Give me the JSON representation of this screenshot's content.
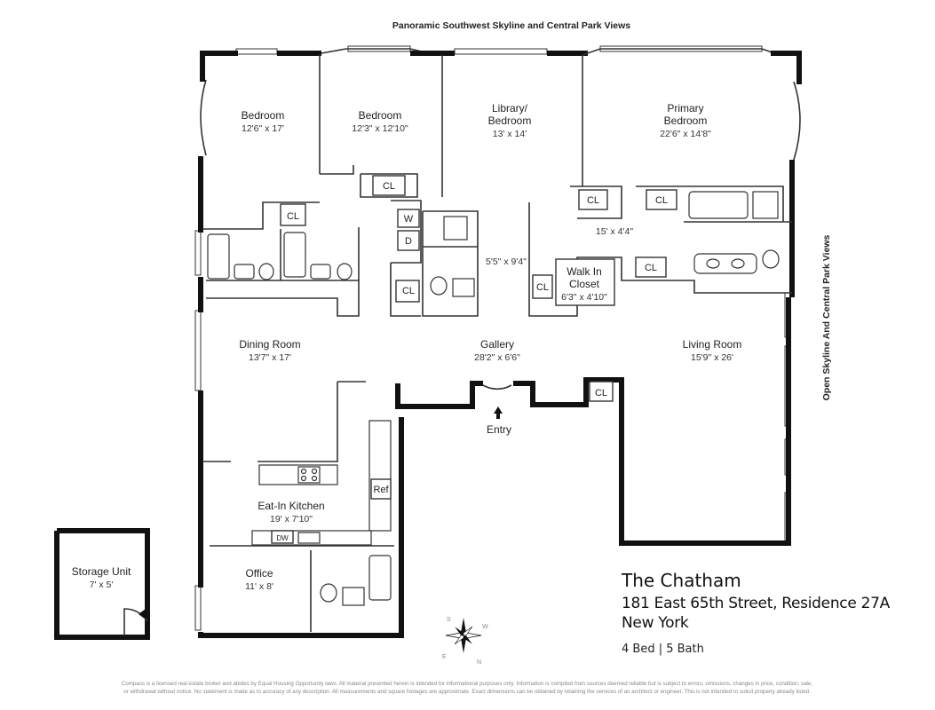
{
  "views": {
    "top": "Panoramic Southwest Skyline and Central Park Views",
    "right": "Open Skyline And Central Park Views"
  },
  "rooms": {
    "bedroom1": {
      "name": "Bedroom",
      "dims": "12'6\" x 17'"
    },
    "bedroom2": {
      "name": "Bedroom",
      "dims": "12'3\" x 12'10\""
    },
    "library": {
      "name_line1": "Library/",
      "name_line2": "Bedroom",
      "dims": "13' x 14'"
    },
    "primary": {
      "name_line1": "Primary",
      "name_line2": "Bedroom",
      "dims": "22'6\" x 14'8\""
    },
    "hall_primary": {
      "dims": "15' x 4'4\""
    },
    "hall_center": {
      "dims": "5'5\" x 9'4\""
    },
    "walkin": {
      "name_line1": "Walk In",
      "name_line2": "Closet",
      "dims": "6'3\" x 4'10\""
    },
    "dining": {
      "name": "Dining Room",
      "dims": "13'7\" x 17'"
    },
    "gallery": {
      "name": "Gallery",
      "dims": "28'2\" x 6'6\""
    },
    "living": {
      "name": "Living Room",
      "dims": "15'9\" x 26'"
    },
    "kitchen": {
      "name": "Eat-In Kitchen",
      "dims": "19' x 7'10\""
    },
    "office": {
      "name": "Office",
      "dims": "11' x 8'"
    },
    "storage": {
      "name": "Storage Unit",
      "dims": "7' x 5'"
    }
  },
  "closet_label": "CL",
  "washer_label": "W",
  "dryer_label": "D",
  "fridge_label": "Ref",
  "dishwasher_label": "DW",
  "entry_label": "Entry",
  "compass": {
    "n": "N",
    "s": "S",
    "e": "E",
    "w": "W"
  },
  "info": {
    "building": "The Chatham",
    "address": "181 East 65th Street, Residence 27A",
    "city": "New York",
    "beds_baths": "4 Bed | 5 Bath"
  },
  "disclaimer": {
    "line1": "Compass is a licensed real estate broker and abides by Equal Housing Opportunity laws. All material presented herein is intended for informational purposes only. Information is compiled from sources deemed reliable but is subject to errors, omissions, changes in price, condition, sale,",
    "line2": "or withdrawal without notice. No statement is made as to accuracy of any description. All measurements and square footages are approximate. Exact dimensions can be obtained by retaining the services of an architect or engineer. This is not intended to solicit property already listed."
  }
}
